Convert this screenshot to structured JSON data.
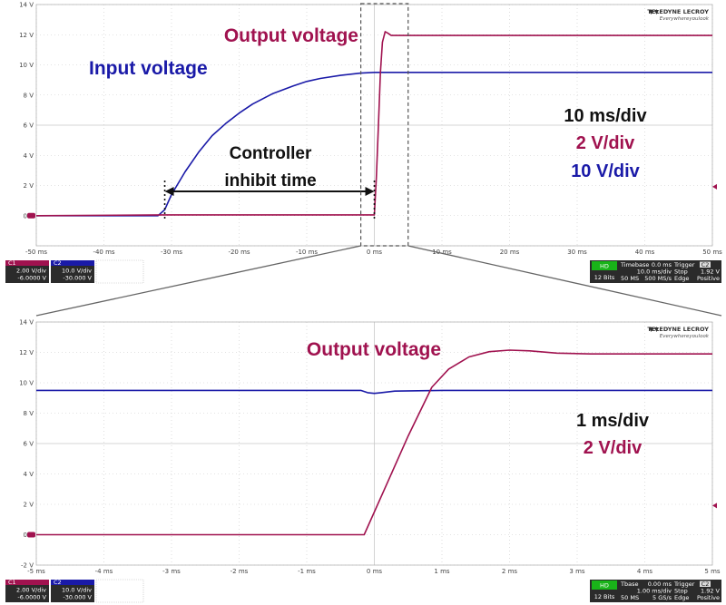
{
  "colors": {
    "input": "#1a1aa8",
    "output": "#a0124f",
    "grid": "#c8c8c8",
    "axis": "#888888"
  },
  "brand": {
    "name": "TELEDYNE LECROY",
    "tagline": "Everywhereyoulook"
  },
  "chart_data": [
    {
      "type": "line",
      "title": "",
      "x_unit": "ms",
      "xlim": [
        -50,
        50
      ],
      "ylim": [
        -2,
        14
      ],
      "x_ticks": [
        "-50 ms",
        "-40 ms",
        "-30 ms",
        "-20 ms",
        "-10 ms",
        "0 ms",
        "10 ms",
        "20 ms",
        "30 ms",
        "40 ms",
        "50 ms"
      ],
      "y_ticks": [
        "14 V",
        "12 V",
        "10 V",
        "8 V",
        "6 V",
        "4 V",
        "2 V",
        "0 V"
      ],
      "series": [
        {
          "name": "Input voltage",
          "color_key": "input",
          "x": [
            -50,
            -32,
            -31,
            -30,
            -28,
            -26,
            -24,
            -22,
            -20,
            -18,
            -15,
            -12,
            -10,
            -8,
            -5,
            -2,
            0,
            10,
            20,
            30,
            40,
            50
          ],
          "y": [
            0,
            0,
            0.4,
            1.4,
            2.9,
            4.2,
            5.3,
            6.1,
            6.8,
            7.4,
            8.1,
            8.6,
            8.9,
            9.1,
            9.3,
            9.45,
            9.5,
            9.5,
            9.5,
            9.5,
            9.5,
            9.5
          ]
        },
        {
          "name": "Output voltage",
          "color_key": "output",
          "x": [
            -50,
            -31,
            0,
            0.3,
            0.6,
            0.9,
            1.2,
            1.6,
            2.0,
            2.5,
            4,
            10,
            20,
            30,
            40,
            50
          ],
          "y": [
            0,
            0.05,
            0.05,
            2.5,
            6,
            9.5,
            11.5,
            12.2,
            12.1,
            11.95,
            11.95,
            11.95,
            11.95,
            11.95,
            11.95,
            11.95
          ]
        }
      ],
      "annotations": {
        "input_label": "Input voltage",
        "output_label": "Output voltage",
        "inhibit_line1": "Controller",
        "inhibit_line2": "inhibit time",
        "inhibit_start_ms": -31,
        "inhibit_end_ms": 0,
        "timebase": "10 ms/div",
        "out_scale": "2 V/div",
        "in_scale": "10 V/div"
      },
      "channel_boxes": {
        "c1": {
          "tag": "C1",
          "scale": "2.00 V/div",
          "offset": "-6.0000 V"
        },
        "c2": {
          "tag": "C2",
          "scale": "10.0 V/div",
          "offset": "-30.000 V"
        }
      },
      "status": {
        "hd": "HD",
        "bits": "12 Bits",
        "timebase_label": "Timebase",
        "timebase_offset": "0.0 ms",
        "trigger_label": "Trigger",
        "trigger_ch": "C2",
        "div": "10.0 ms/div",
        "stop": "Stop",
        "level": "1.92 V",
        "samples": "50 MS",
        "rate": "500 MS/s",
        "edge": "Edge",
        "slope": "Positive"
      },
      "zoom_window_ms": [
        -2,
        5
      ]
    },
    {
      "type": "line",
      "title": "",
      "x_unit": "ms",
      "xlim": [
        -5,
        5
      ],
      "ylim": [
        -2,
        14
      ],
      "x_ticks": [
        "-5 ms",
        "-4 ms",
        "-3 ms",
        "-2 ms",
        "-1 ms",
        "0 ms",
        "1 ms",
        "2 ms",
        "3 ms",
        "4 ms",
        "5 ms"
      ],
      "y_ticks": [
        "14 V",
        "12 V",
        "10 V",
        "8 V",
        "6 V",
        "4 V",
        "2 V",
        "0 V",
        "-2 V"
      ],
      "series": [
        {
          "name": "Input voltage",
          "color_key": "input",
          "x": [
            -5,
            -0.2,
            -0.1,
            0,
            0.1,
            0.3,
            1,
            2,
            3,
            4,
            5
          ],
          "y": [
            9.5,
            9.5,
            9.35,
            9.3,
            9.35,
            9.45,
            9.5,
            9.5,
            9.5,
            9.5,
            9.5
          ]
        },
        {
          "name": "Output voltage",
          "color_key": "output",
          "x": [
            -5,
            -0.15,
            0.15,
            0.5,
            0.85,
            1.1,
            1.4,
            1.7,
            2.0,
            2.3,
            2.7,
            3.2,
            4,
            5
          ],
          "y": [
            0,
            0,
            3,
            6.5,
            9.7,
            10.9,
            11.7,
            12.05,
            12.15,
            12.1,
            11.95,
            11.9,
            11.9,
            11.9
          ]
        }
      ],
      "annotations": {
        "output_label": "Output voltage",
        "timebase": "1 ms/div",
        "out_scale": "2 V/div"
      },
      "channel_boxes": {
        "c1": {
          "tag": "C1",
          "scale": "2.00 V/div",
          "offset": "-6.0000 V"
        },
        "c2": {
          "tag": "C2",
          "scale": "10.0 V/div",
          "offset": "-30.000 V"
        }
      },
      "status": {
        "hd": "HD",
        "bits": "12 Bits",
        "timebase_label": "Tbase",
        "timebase_offset": "0.00 ms",
        "trigger_label": "Trigger",
        "trigger_ch": "C2",
        "div": "1.00 ms/div",
        "stop": "Stop",
        "level": "1.92 V",
        "samples": "50 MS",
        "rate": "5 GS/s",
        "edge": "Edge",
        "slope": "Positive"
      }
    }
  ]
}
